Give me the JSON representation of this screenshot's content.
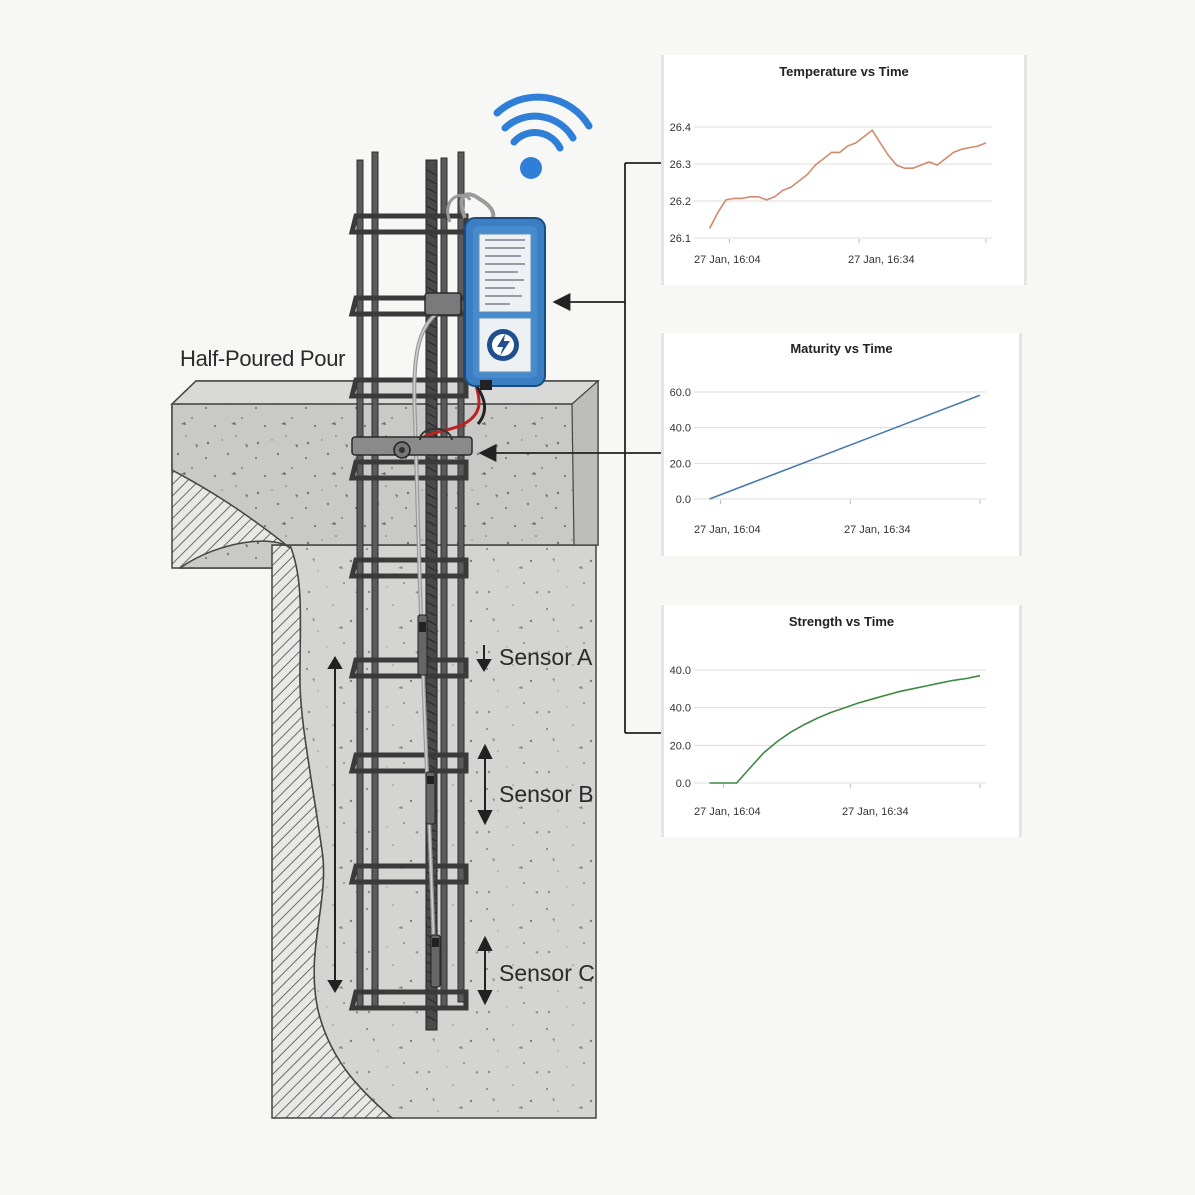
{
  "labels": {
    "pour": "Half-Poured Pour",
    "sensor_a": "Sensor A",
    "sensor_b": "Sensor B",
    "sensor_c": "Sensor C"
  },
  "colors": {
    "concrete_top": "#c9c9c7",
    "concrete_body": "#d6d6d4",
    "rebar": "#5a5a5a",
    "logger_blue": "#3a82c8",
    "wifi_blue": "#2f7fd8",
    "temperature_line": "#d4896a",
    "maturity_line": "#4a7ab0",
    "strength_line": "#3e8a3e"
  },
  "icons": {
    "wireless": "wifi-icon",
    "logger": "data-logger-icon"
  },
  "chart_data": [
    {
      "type": "line",
      "title": "Temperature vs Time",
      "x": [
        "27 Jan, 16:04",
        "27 Jan, 16:34"
      ],
      "yticks": [
        "26.1",
        "26.2",
        "26.3",
        "26.4"
      ],
      "ylim": [
        26.1,
        26.45
      ],
      "grid": true,
      "series": [
        {
          "values": [
            26.13,
            26.18,
            26.22,
            26.225,
            26.225,
            26.23,
            26.23,
            26.22,
            26.23,
            26.25,
            26.26,
            26.28,
            26.3,
            26.33,
            26.35,
            26.37,
            26.37,
            26.39,
            26.4,
            26.42,
            26.44,
            26.4,
            26.36,
            26.33,
            26.32,
            26.32,
            26.33,
            26.34,
            26.33,
            26.35,
            26.37,
            26.38,
            26.385,
            26.39,
            26.4
          ]
        }
      ]
    },
    {
      "type": "line",
      "title": "Maturity vs Time",
      "x": [
        "27 Jan, 16:04",
        "27 Jan, 16:34"
      ],
      "yticks": [
        "0.0",
        "20.0",
        "40.0",
        "60.0"
      ],
      "ylim": [
        0,
        65
      ],
      "grid": true,
      "series": [
        {
          "values": [
            0,
            63
          ]
        }
      ]
    },
    {
      "type": "line",
      "title": "Strength vs Time",
      "x": [
        "27 Jan, 16:04",
        "27 Jan, 16:34"
      ],
      "yticks": [
        "0.0",
        "20.0",
        "40.0",
        "40.0"
      ],
      "ylim": [
        0,
        60
      ],
      "grid": true,
      "series": [
        {
          "values": [
            0,
            0,
            0,
            8,
            16,
            22,
            27,
            31,
            34.5,
            37.5,
            40,
            42.5,
            44.5,
            46.5,
            48.5,
            50,
            51.5,
            53,
            54.5,
            55.5,
            57
          ]
        }
      ]
    }
  ]
}
